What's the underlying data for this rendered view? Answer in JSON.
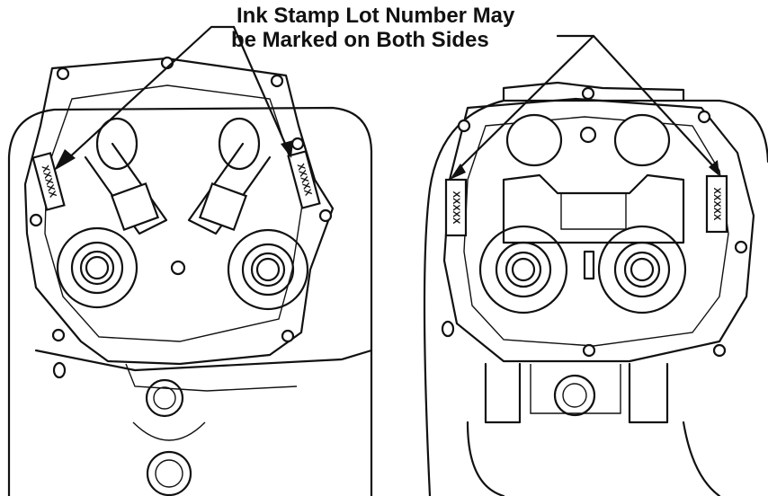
{
  "callout": {
    "line1": "Ink Stamp Lot Number May",
    "line2": "be Marked on Both Sides"
  },
  "stamp_label": "XXXXX",
  "colors": {
    "ink": "#111111",
    "background": "#ffffff"
  },
  "views": [
    {
      "name": "left-cylinder-head-view",
      "stamps": 2
    },
    {
      "name": "right-cylinder-head-view",
      "stamps": 2
    }
  ]
}
